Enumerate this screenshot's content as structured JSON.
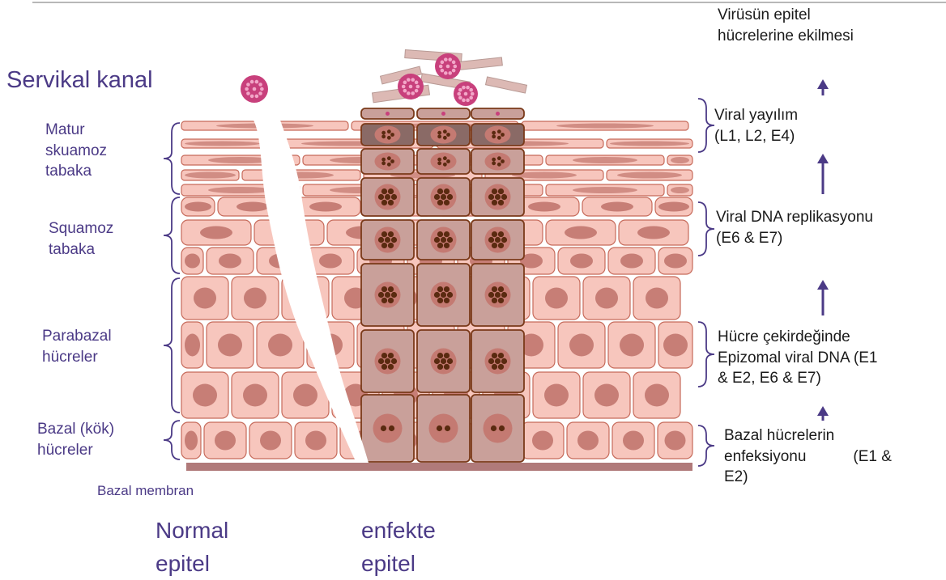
{
  "title": "Servikal kanal",
  "left_labels": {
    "matur": [
      "Matur",
      "skuamoz",
      "tabaka"
    ],
    "squamoz": [
      "Squamoz",
      "tabaka"
    ],
    "parabazal": [
      "Parabazal",
      "hücreler"
    ],
    "bazal": [
      "Bazal (kök)",
      "hücreler"
    ],
    "membrane": "Bazal membran"
  },
  "bottom_labels": {
    "normal": [
      "Normal",
      "epitel"
    ],
    "infected": [
      "enfekte",
      "epitel"
    ]
  },
  "right_labels": {
    "top": [
      "Virüsün epitel",
      "hücrelerine ekilmesi"
    ],
    "spread": [
      "Viral yayılım",
      "(L1, L2, E4)"
    ],
    "replication": [
      "Viral DNA replikasyonu",
      "(E6 & E7)"
    ],
    "episomal": [
      "Hücre çekirdeğinde",
      "Epizomal viral DNA (E1",
      "& E2, E6 & E7)"
    ],
    "basal_infection": [
      "Bazal hücrelerin",
      "enfeksiyonu",
      "(E1 &",
      "E2)"
    ]
  },
  "colors": {
    "normal_cell": "#f7c6bd",
    "normal_outline": "#c66a5a",
    "infected_cell": "#c9a09a",
    "infected_outline": "#7a3a1a",
    "nucleus": "#c47a72",
    "viral_dot": "#5a2a10",
    "virus": "#c8407c",
    "purple": "#4b3a86",
    "membrane": "#b07a7a"
  }
}
